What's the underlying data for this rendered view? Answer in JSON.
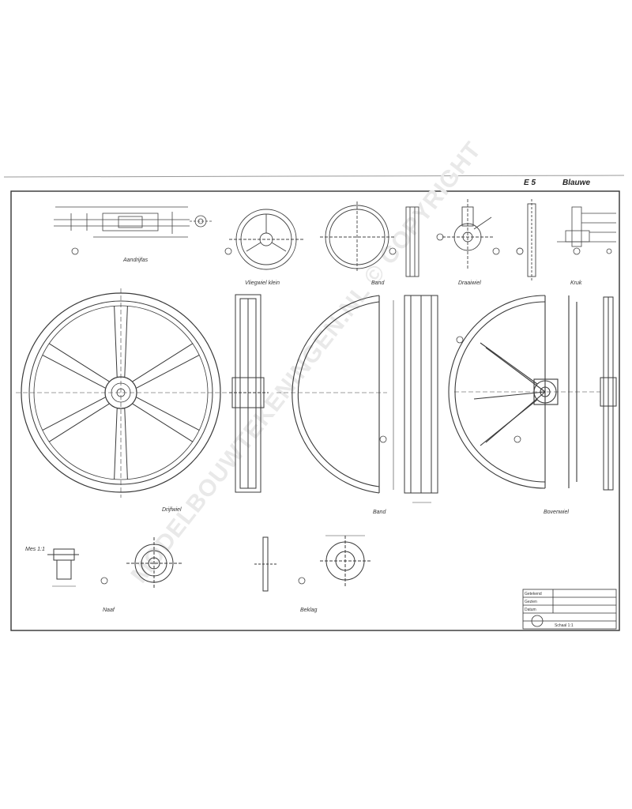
{
  "sheet": {
    "header_code": "E 5",
    "header_name": "Blauwe"
  },
  "watermark": "MODELBOUWTEKENINGEN.NL © COPYRIGHT",
  "parts": [
    {
      "id": "as",
      "label": "Aandrijfas"
    },
    {
      "id": "vliegwiel-klein",
      "label": "Vliegwiel klein"
    },
    {
      "id": "band",
      "label": "Band"
    },
    {
      "id": "draaiwiel",
      "label": "Draaiwiel"
    },
    {
      "id": "krukas",
      "label": "Kruk"
    },
    {
      "id": "drijfwiel",
      "label": "Drijfwiel"
    },
    {
      "id": "bovenwiel",
      "label": "Bovenwiel"
    },
    {
      "id": "naaf",
      "label": "Naaf"
    },
    {
      "id": "beklag",
      "label": "Beklag"
    }
  ],
  "side_note": "Mes 1:1",
  "title_block": {
    "rows": [
      "Getekend",
      "Gezien",
      "Datum",
      "Schaal 1:1"
    ]
  },
  "colors": {
    "line": "#3a3a3a",
    "paper": "#ffffff",
    "watermark": "#e9e9e9"
  }
}
